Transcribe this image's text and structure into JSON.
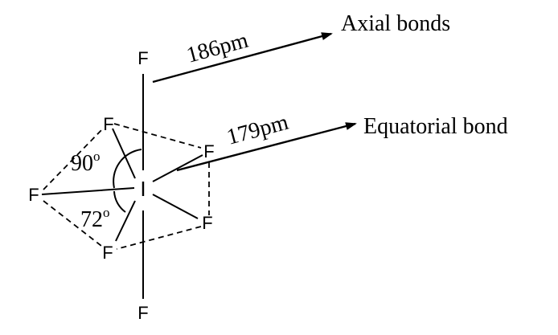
{
  "molecule": {
    "central_atom": "I",
    "ligand_atom": "F"
  },
  "annotations": {
    "axial_bond_length": "186pm",
    "axial_bond_label": "Axial bonds",
    "equatorial_bond_length": "179pm",
    "equatorial_bond_label": "Equatorial bond"
  },
  "angles": {
    "axial_equatorial_base": "90",
    "axial_equatorial_sup": "o",
    "equatorial_equatorial_base": "72",
    "equatorial_equatorial_sup": "o"
  }
}
